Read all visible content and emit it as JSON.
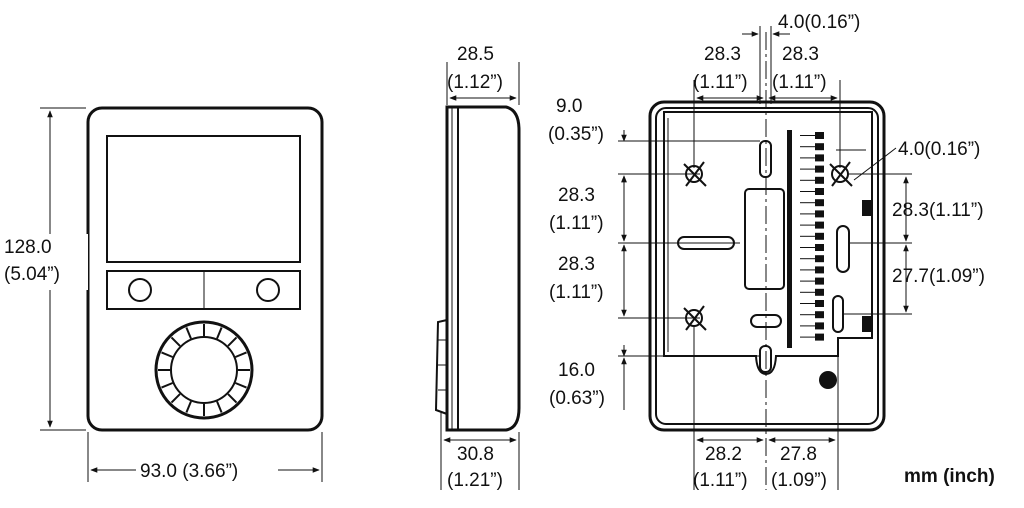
{
  "front_view": {
    "height_mm": "128.0",
    "height_in": "(5.04”)",
    "width": "93.0 (3.66”)"
  },
  "side_view": {
    "top_mm": "28.5",
    "top_in": "(1.12”)",
    "bottom_mm": "30.8",
    "bottom_in": "(1.21”)"
  },
  "back_view": {
    "top_gap": "4.0(0.16”)",
    "top_left_mm": "28.3",
    "top_left_in": "(1.11”)",
    "top_right_mm": "28.3",
    "top_right_in": "(1.11”)",
    "left_top_mm": "9.0",
    "left_top_in": "(0.35”)",
    "left_mid1_mm": "28.3",
    "left_mid1_in": "(1.11”)",
    "left_mid2_mm": "28.3",
    "left_mid2_in": "(1.11”)",
    "left_bottom_mm": "16.0",
    "left_bottom_in": "(0.63”)",
    "right_top": "4.0(0.16”)",
    "right_mid1": "28.3(1.11”)",
    "right_mid2": "27.7(1.09”)",
    "bottom_left_mm": "28.2",
    "bottom_left_in": "(1.11”)",
    "bottom_right_mm": "27.8",
    "bottom_right_in": "(1.09”)"
  },
  "units_label": "mm (inch)"
}
